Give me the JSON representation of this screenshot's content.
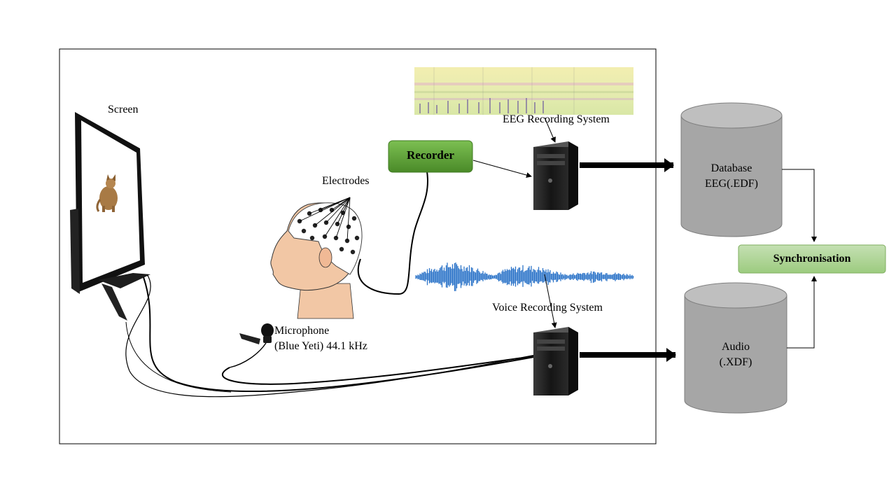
{
  "labels": {
    "screen": "Screen",
    "electrodes": "Electrodes",
    "eeg_system": "EEG Recording System",
    "voice_system": "Voice Recording System",
    "mic_line1": "Microphone",
    "mic_line2": "(Blue Yeti)  44.1 kHz",
    "recorder": "Recorder",
    "synchronisation": "Synchronisation",
    "db_eeg_line1": "Database",
    "db_eeg_line2": "EEG(.EDF)",
    "db_audio_line1": "Audio",
    "db_audio_line2": "(.XDF)"
  },
  "colors": {
    "recorder_fill": "#5a9e33",
    "sync_fill": "#a9d18e",
    "cylinder_fill": "#a6a6a6",
    "waveform": "#2e75c9",
    "skin": "#f2c7a5"
  },
  "icons": [
    "monitor-icon",
    "cat-image",
    "computer-tower-icon",
    "microphone-icon",
    "head-with-eeg-cap-icon",
    "eeg-spectrogram-image",
    "audio-waveform-image",
    "database-cylinder-icon"
  ]
}
